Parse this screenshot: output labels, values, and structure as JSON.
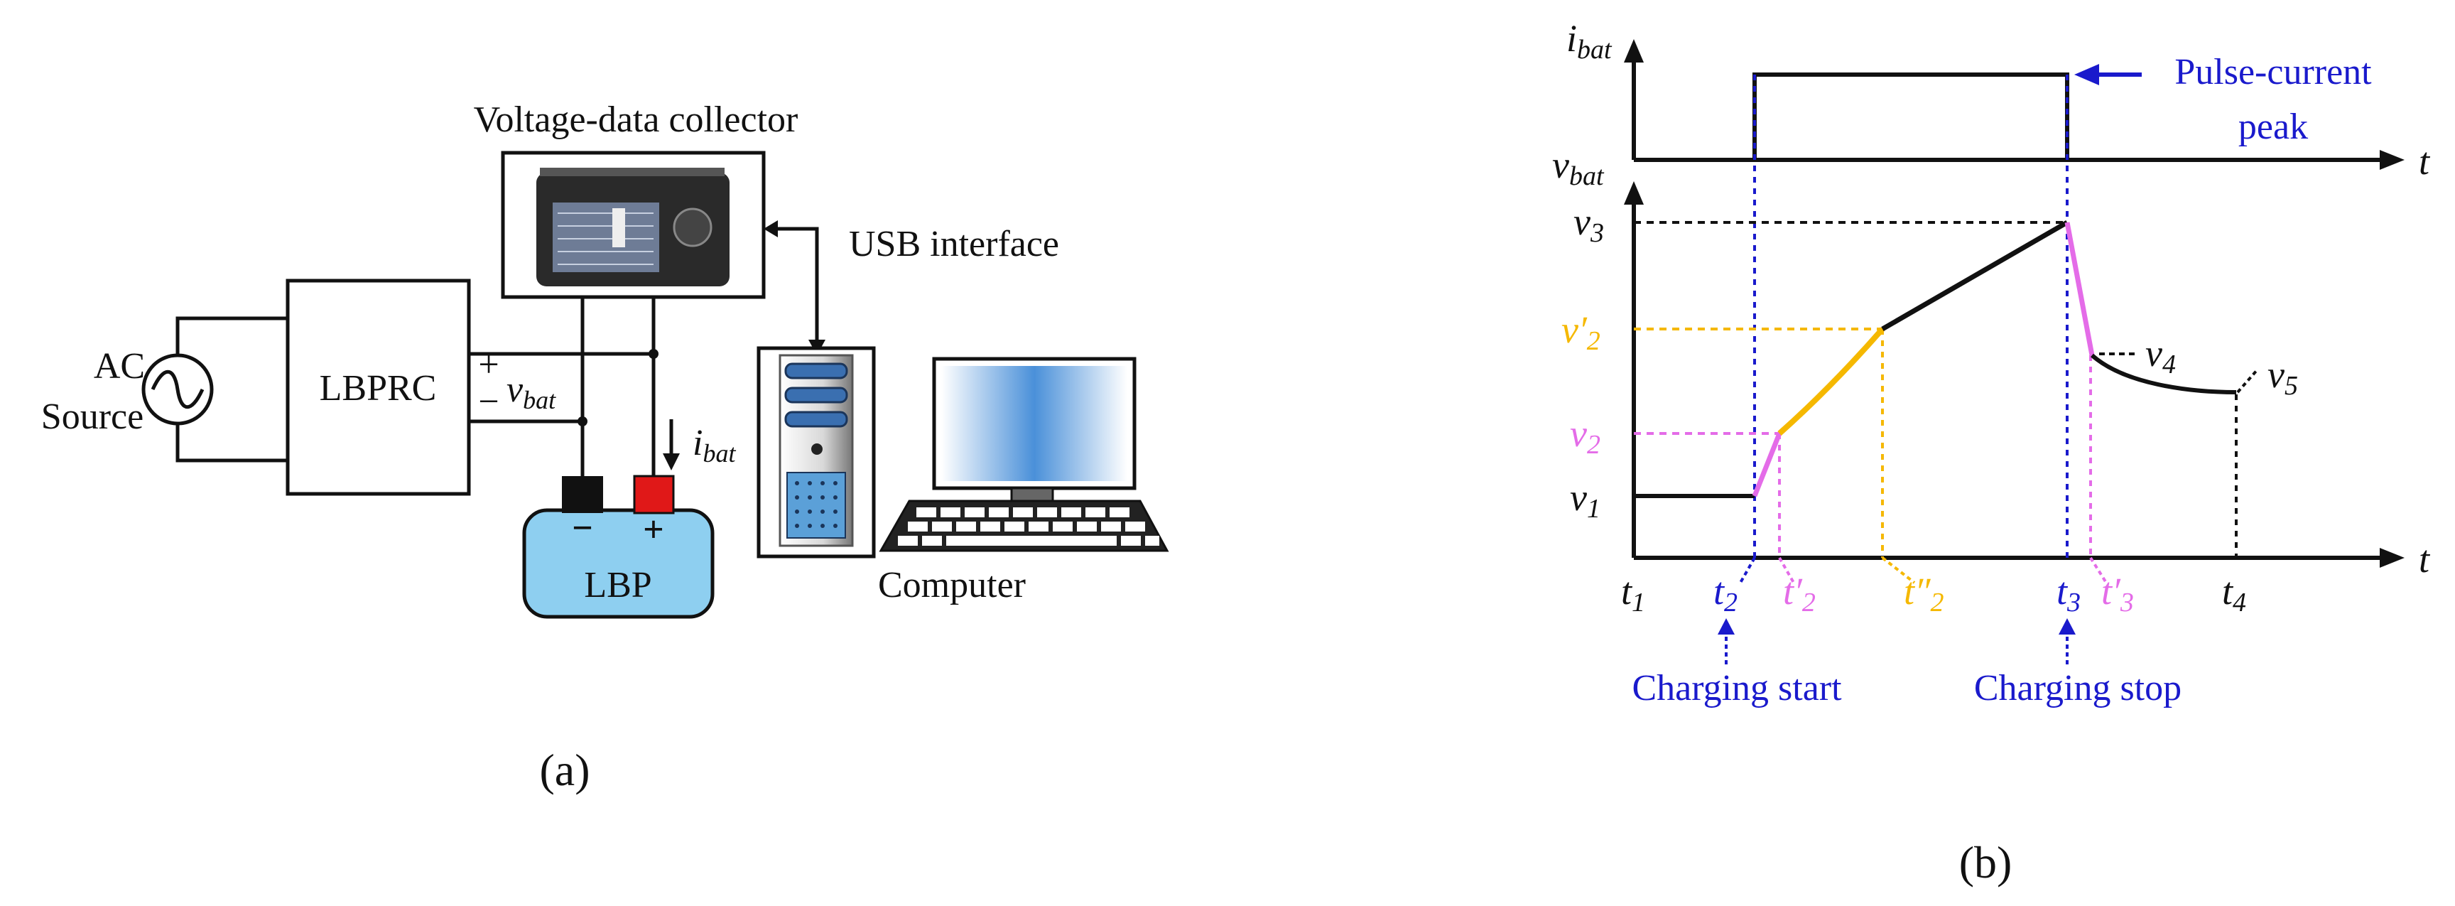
{
  "colors": {
    "black": "#111111",
    "blue": "#1a1acc",
    "orange": "#f5b800",
    "pink": "#e46ce8",
    "battery_fill": "#8ecff0",
    "terminal_red": "#e01818"
  },
  "panel_a": {
    "label": "(a)",
    "collector_label": "Voltage-data collector",
    "usb_label": "USB interface",
    "computer_label": "Computer",
    "ac_source_line1": "AC",
    "ac_source_line2": "Source",
    "lbprc_label": "LBPRC",
    "lbp_label": "LBP",
    "vbat_main": "v",
    "vbat_sub": "bat",
    "ibat_main": "i",
    "ibat_sub": "bat",
    "plus_sign": "+",
    "minus_sign": "−",
    "icons": [
      "ac-source-icon",
      "data-logger-icon",
      "computer-tower-icon",
      "monitor-icon",
      "keyboard-icon",
      "battery-icon"
    ]
  },
  "panel_b": {
    "label": "(b)",
    "ibat_main": "i",
    "ibat_sub": "bat",
    "vbat_main": "v",
    "vbat_sub": "bat",
    "t_axis": "t",
    "pulse_line1": "Pulse-current",
    "pulse_line2": "peak",
    "charging_start": "Charging start",
    "charging_stop": "Charging stop",
    "y_labels": [
      {
        "main": "v",
        "sub": "3",
        "prime": ""
      },
      {
        "main": "v",
        "sub": "2",
        "prime": "′"
      },
      {
        "main": "v",
        "sub": "2",
        "prime": ""
      },
      {
        "main": "v",
        "sub": "1",
        "prime": ""
      },
      {
        "main": "v",
        "sub": "4",
        "prime": ""
      },
      {
        "main": "v",
        "sub": "5",
        "prime": ""
      }
    ],
    "x_labels": [
      {
        "main": "t",
        "sub": "1",
        "prime": ""
      },
      {
        "main": "t",
        "sub": "2",
        "prime": ""
      },
      {
        "main": "t",
        "sub": "2",
        "prime": "′"
      },
      {
        "main": "t",
        "sub": "2",
        "prime": "″"
      },
      {
        "main": "t",
        "sub": "3",
        "prime": ""
      },
      {
        "main": "t",
        "sub": "3",
        "prime": "′"
      },
      {
        "main": "t",
        "sub": "4",
        "prime": ""
      }
    ]
  }
}
